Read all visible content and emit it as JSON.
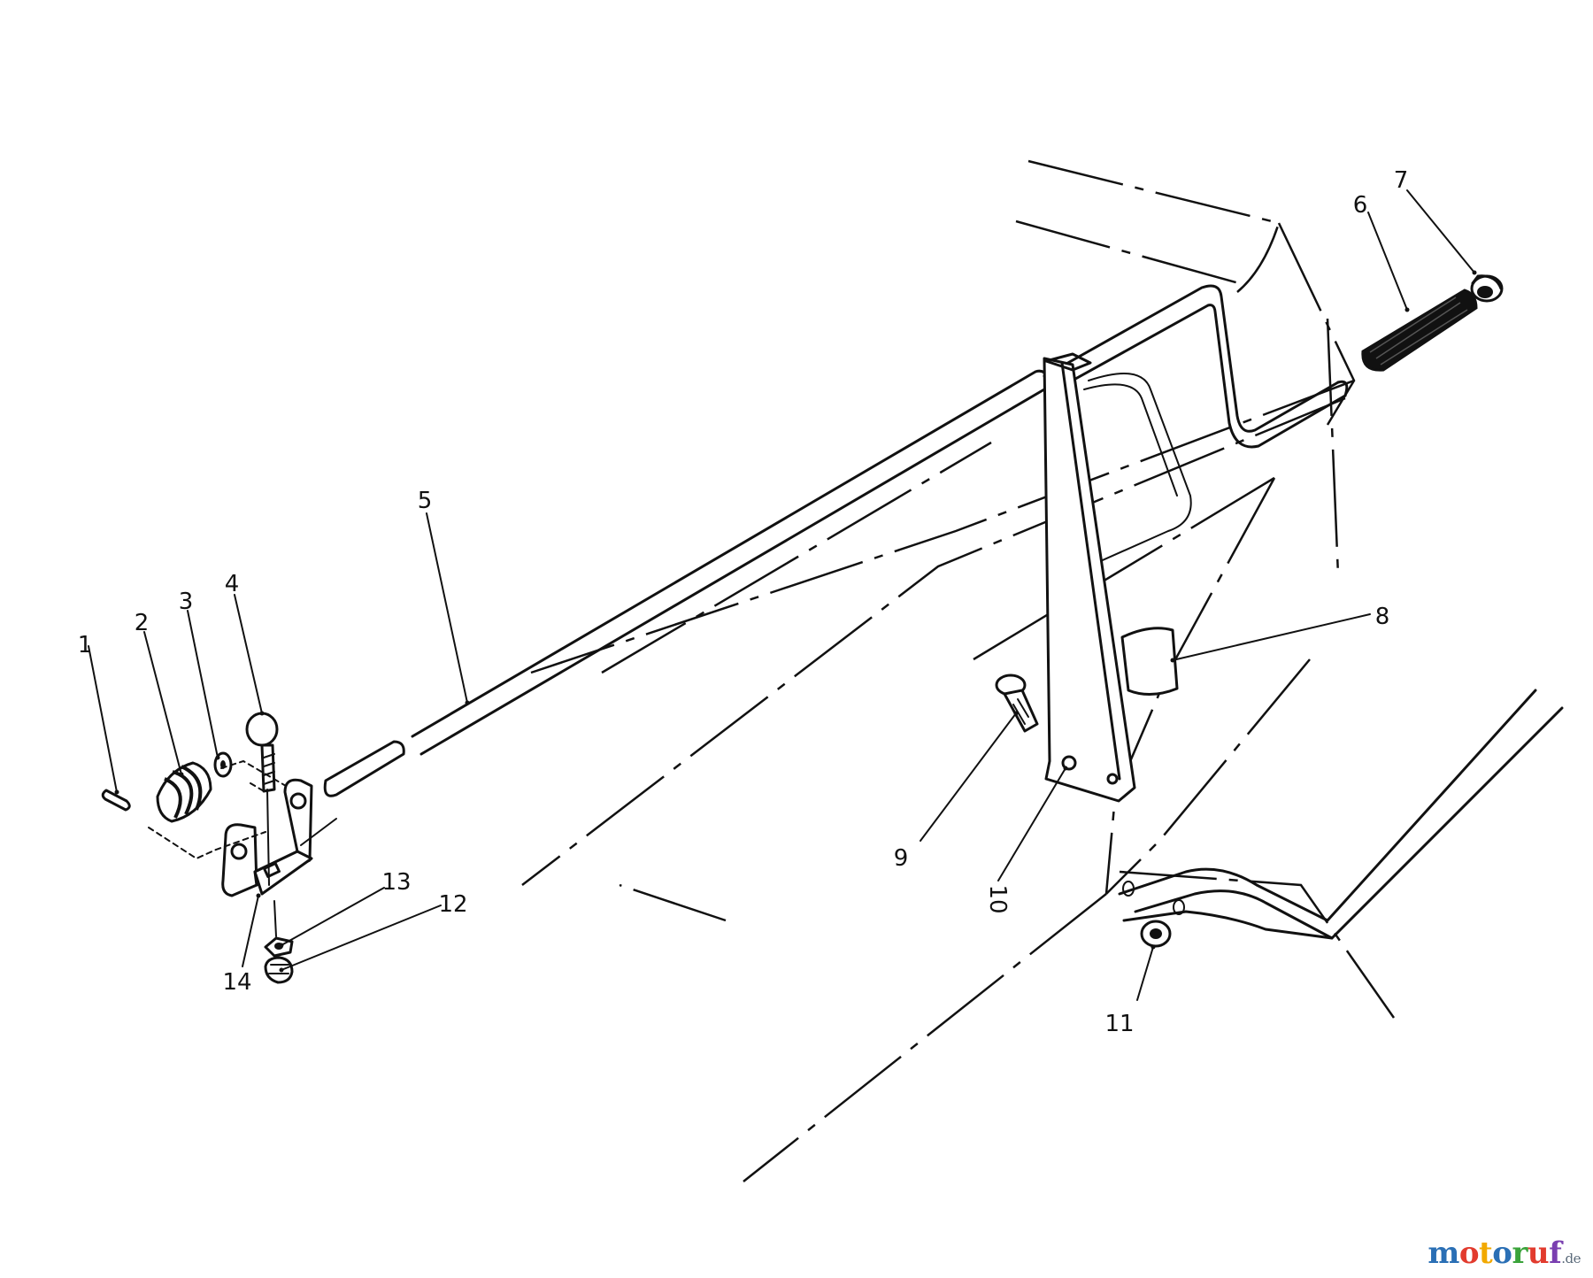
{
  "diagram": {
    "callouts": [
      {
        "id": "1",
        "label": "1"
      },
      {
        "id": "2",
        "label": "2"
      },
      {
        "id": "3",
        "label": "3"
      },
      {
        "id": "4",
        "label": "4"
      },
      {
        "id": "5",
        "label": "5"
      },
      {
        "id": "6",
        "label": "6"
      },
      {
        "id": "7",
        "label": "7"
      },
      {
        "id": "8",
        "label": "8"
      },
      {
        "id": "9",
        "label": "9"
      },
      {
        "id": "10",
        "label": "10"
      },
      {
        "id": "11",
        "label": "11"
      },
      {
        "id": "12",
        "label": "12"
      },
      {
        "id": "13",
        "label": "13"
      },
      {
        "id": "14",
        "label": "14"
      }
    ]
  },
  "watermark": {
    "text": "motoruf",
    "suffix": ".de",
    "letter_colors": [
      "#2a6fb5",
      "#e23b2e",
      "#f2a900",
      "#2a6fb5",
      "#3aa33a",
      "#e23b2e",
      "#7a3fb0"
    ]
  }
}
